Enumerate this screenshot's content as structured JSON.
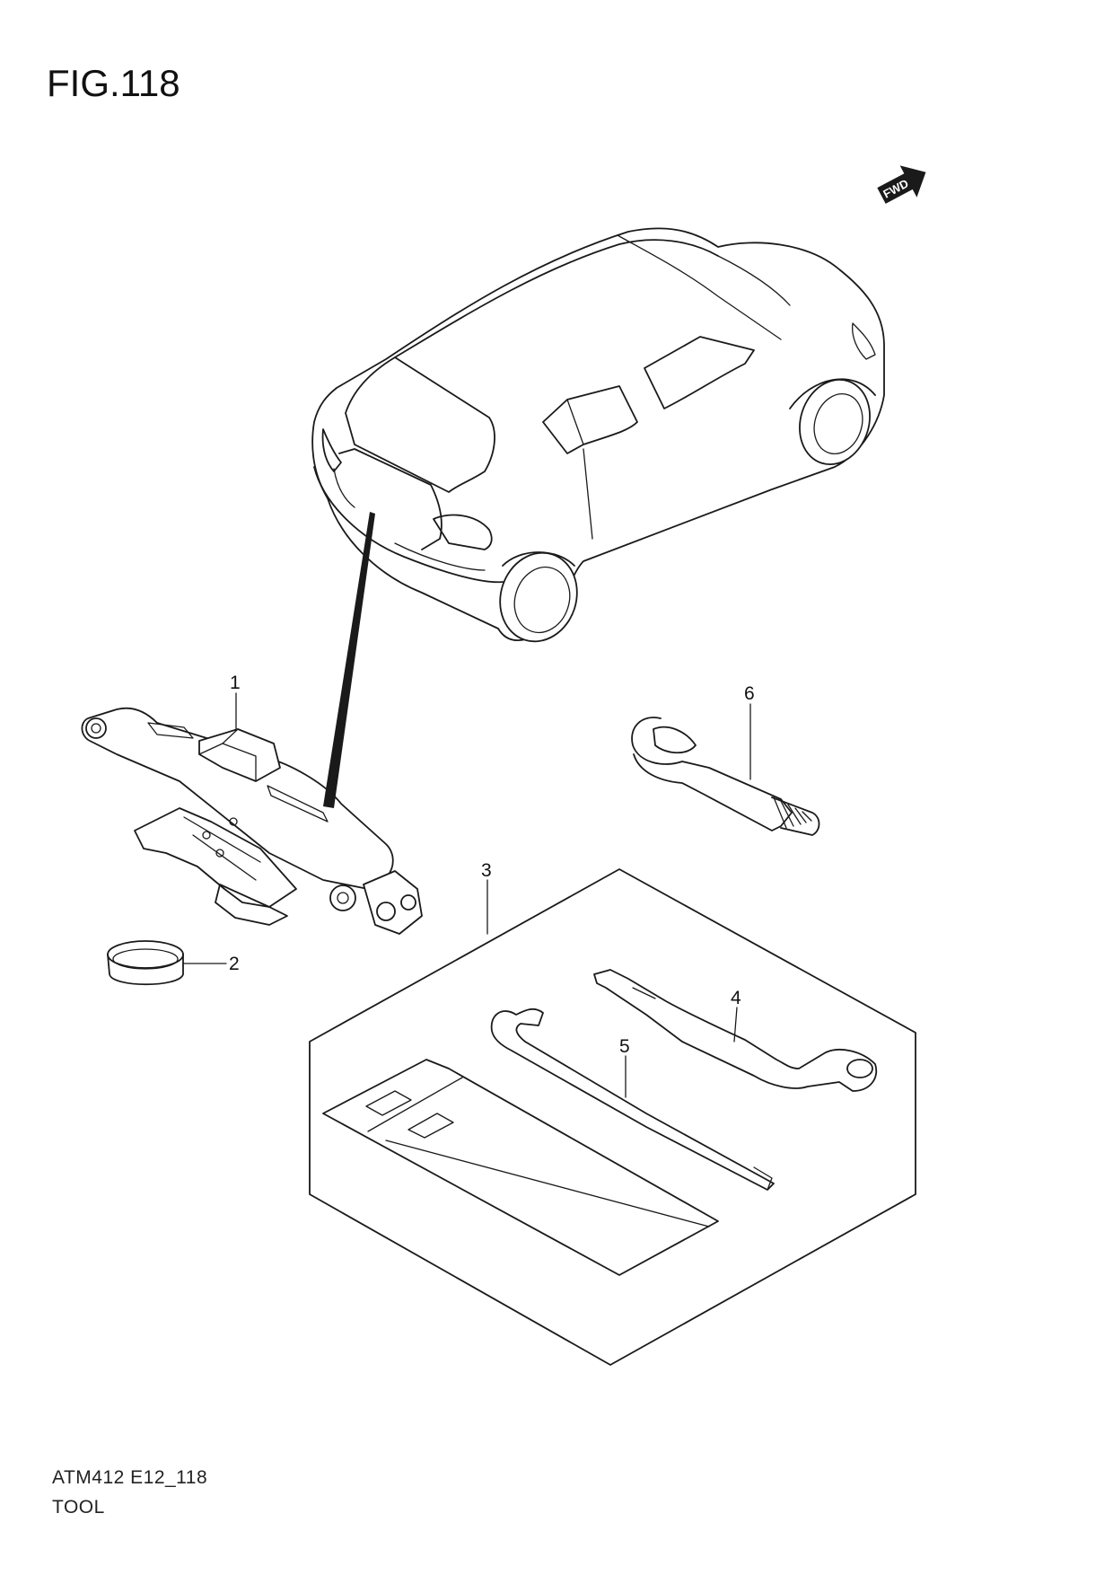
{
  "figure": {
    "title": "FIG.118",
    "code": "ATM412 E12_118",
    "caption": "TOOL",
    "fwd_label": "FWD"
  },
  "callouts": [
    "1",
    "2",
    "3",
    "4",
    "5",
    "6"
  ]
}
